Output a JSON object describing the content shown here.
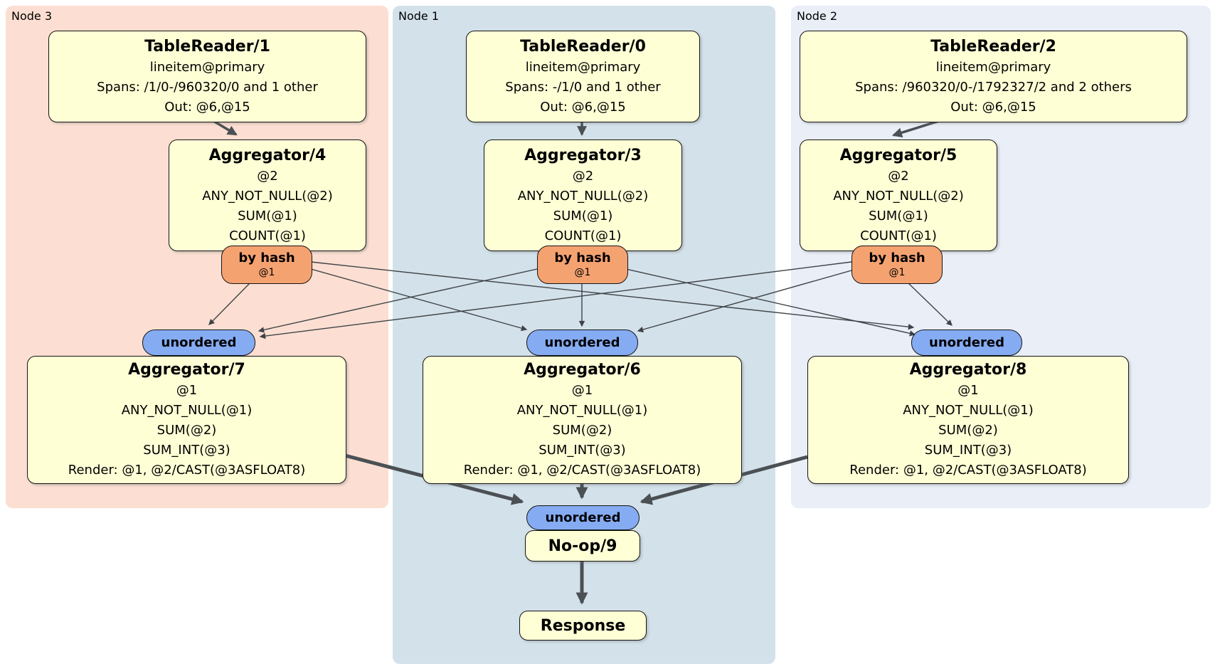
{
  "diagram": {
    "clusters": [
      {
        "label": "Node 3"
      },
      {
        "label": "Node 1"
      },
      {
        "label": "Node 2"
      }
    ],
    "boxes": {
      "tr1": {
        "title": "TableReader/1",
        "lines": [
          "lineitem@primary",
          "Spans: /1/0-/960320/0 and 1 other",
          "Out: @6,@15"
        ]
      },
      "tr0": {
        "title": "TableReader/0",
        "lines": [
          "lineitem@primary",
          "Spans: -/1/0 and 1 other",
          "Out: @6,@15"
        ]
      },
      "tr2": {
        "title": "TableReader/2",
        "lines": [
          "lineitem@primary",
          "Spans: /960320/0-/1792327/2 and 2 others",
          "Out: @6,@15"
        ]
      },
      "agg4": {
        "title": "Aggregator/4",
        "lines": [
          "@2",
          "ANY_NOT_NULL(@2)",
          "SUM(@1)",
          "COUNT(@1)"
        ]
      },
      "agg3": {
        "title": "Aggregator/3",
        "lines": [
          "@2",
          "ANY_NOT_NULL(@2)",
          "SUM(@1)",
          "COUNT(@1)"
        ]
      },
      "agg5": {
        "title": "Aggregator/5",
        "lines": [
          "@2",
          "ANY_NOT_NULL(@2)",
          "SUM(@1)",
          "COUNT(@1)"
        ]
      },
      "agg7": {
        "title": "Aggregator/7",
        "lines": [
          "@1",
          "ANY_NOT_NULL(@1)",
          "SUM(@2)",
          "SUM_INT(@3)",
          "Render: @1, @2/CAST(@3ASFLOAT8)"
        ]
      },
      "agg6": {
        "title": "Aggregator/6",
        "lines": [
          "@1",
          "ANY_NOT_NULL(@1)",
          "SUM(@2)",
          "SUM_INT(@3)",
          "Render: @1, @2/CAST(@3ASFLOAT8)"
        ]
      },
      "agg8": {
        "title": "Aggregator/8",
        "lines": [
          "@1",
          "ANY_NOT_NULL(@1)",
          "SUM(@2)",
          "SUM_INT(@3)",
          "Render: @1, @2/CAST(@3ASFLOAT8)"
        ]
      },
      "noop": {
        "title": "No-op/9"
      },
      "response": {
        "title": "Response"
      }
    },
    "routers": {
      "r4": {
        "label": "by hash",
        "sub": "@1"
      },
      "r3": {
        "label": "by hash",
        "sub": "@1"
      },
      "r5": {
        "label": "by hash",
        "sub": "@1"
      }
    },
    "streams": {
      "s7": {
        "label": "unordered"
      },
      "s6": {
        "label": "unordered"
      },
      "s8": {
        "label": "unordered"
      },
      "s9": {
        "label": "unordered"
      }
    },
    "colors": {
      "node3_bg": "#fcdfd2",
      "node1_bg": "#d3e1ea",
      "node2_bg": "#e9eef7",
      "processor_fill": "#ffffd6",
      "router_fill": "#f5a271",
      "stream_fill": "#85acf2",
      "edge": "#4b5054"
    }
  }
}
